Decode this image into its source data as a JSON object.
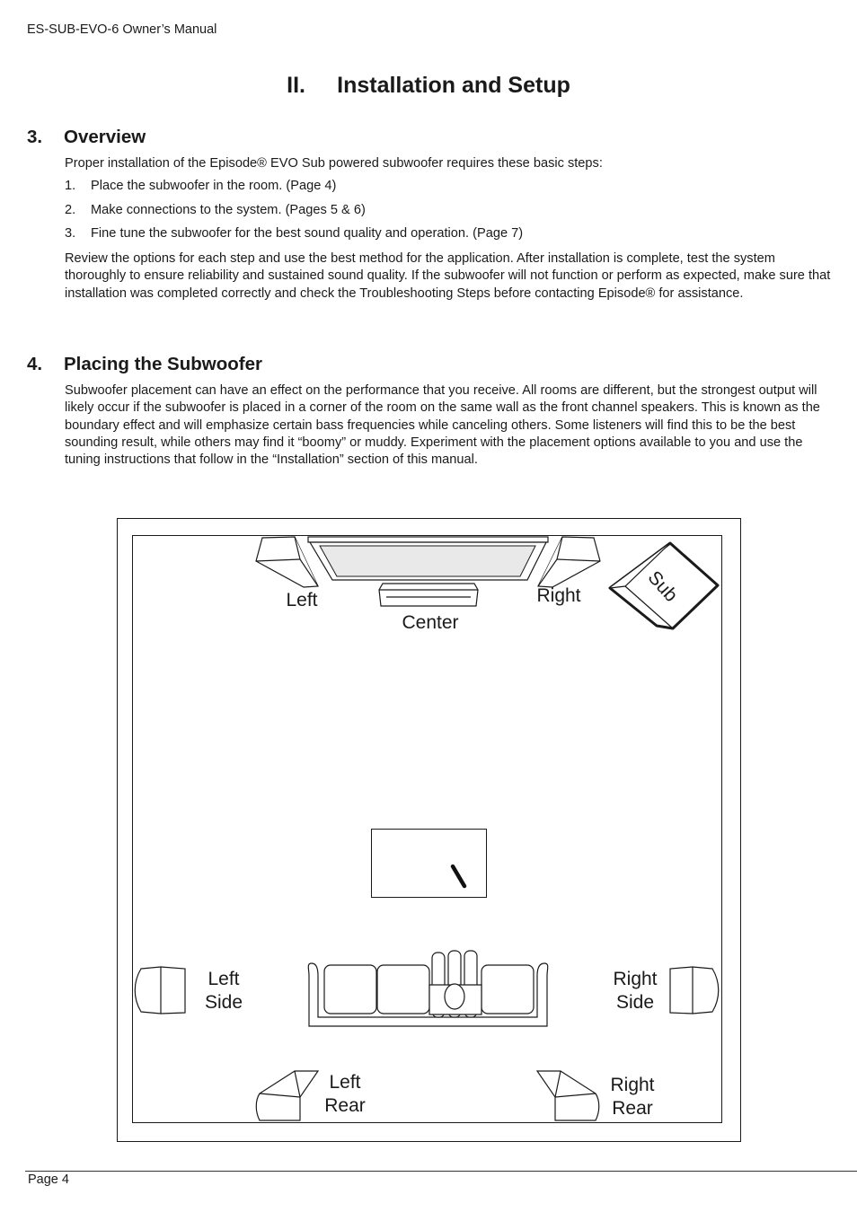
{
  "header": {
    "running_title": "ES-SUB-EVO-6 Owner’s Manual"
  },
  "chapter": {
    "number": "II.",
    "title": "Installation and Setup"
  },
  "overview": {
    "number": "3.",
    "heading": "Overview",
    "intro": "Proper installation of the Episode® EVO Sub powered subwoofer requires these basic steps:",
    "steps": [
      {
        "n": "1.",
        "text": "Place the subwoofer in the room. (Page 4)"
      },
      {
        "n": "2.",
        "text": "Make connections to the system. (Pages 5 & 6)"
      },
      {
        "n": "3.",
        "text": "Fine tune the subwoofer for the best sound quality and operation. (Page 7)"
      }
    ],
    "review": "Review the options for each step and use the best method for the application. After installation is complete, test the system thoroughly to ensure reliability and sustained sound quality. If the subwoofer will not function or perform as expected, make sure that installation was completed correctly and check the Troubleshooting Steps before contacting Episode® for assistance."
  },
  "placing": {
    "number": "4.",
    "heading": "Placing the Subwoofer",
    "body": "Subwoofer placement can have an effect on the performance that you receive. All rooms are different, but the strongest output will likely occur if the subwoofer is placed in a corner of the room on the same wall as the front channel speakers. This is known as the boundary effect and will emphasize certain bass frequencies while canceling others. Some listeners will find this to be the best sounding result, while others may find it “boomy” or muddy. Experiment with the placement options available to you and use the tuning instructions that follow in the “Installation” section of this manual."
  },
  "diagram": {
    "labels": {
      "left": "Left",
      "center": "Center",
      "right": "Right",
      "sub": "Sub",
      "left_side_1": "Left",
      "left_side_2": "Side",
      "right_side_1": "Right",
      "right_side_2": "Side",
      "left_rear_1": "Left",
      "left_rear_2": "Rear",
      "right_rear_1": "Right",
      "right_rear_2": "Rear"
    }
  },
  "footer": {
    "page": "Page 4"
  }
}
